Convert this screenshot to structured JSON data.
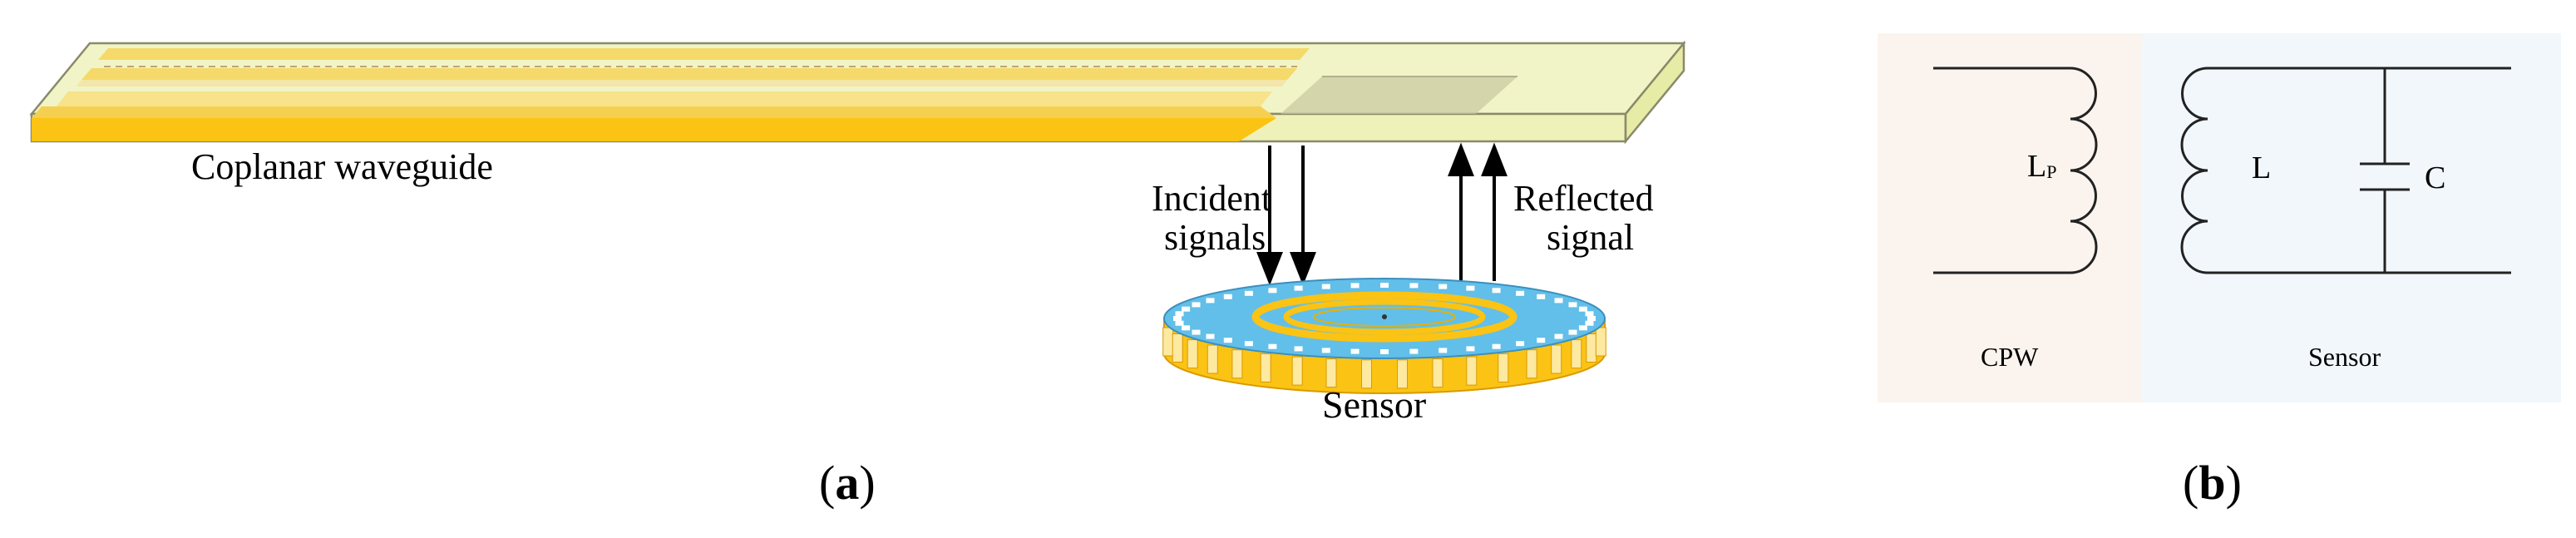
{
  "panel_a": {
    "waveguide_label": "Coplanar waveguide",
    "incident_line1": "Incident",
    "incident_line2": "signals",
    "reflected_line1": "Reflected",
    "reflected_line2": "signal",
    "sensor_label": "Sensor",
    "caption_open": "(",
    "caption_letter": "a",
    "caption_close": ")"
  },
  "panel_b": {
    "lp_label_main": "L",
    "lp_label_sub": "P",
    "l_label": "L",
    "c_label": "C",
    "cpw_label": "CPW",
    "sensor_label": "Sensor",
    "caption_open": "(",
    "caption_letter": "b",
    "caption_close": ")"
  },
  "colors": {
    "substrate_fill": "#f1f4c6",
    "substrate_side": "#e6eba6",
    "substrate_stroke": "#8a8a6a",
    "metal_gold": "#fbc313",
    "metal_gold_light": "#f5d96a",
    "sensor_blue": "#62bfe9",
    "overlap_gray": "#c8c8a0",
    "cpw_region_bg": "#fbf4ee",
    "sensor_region_bg": "#f1f7fb",
    "circuit_line": "#222222",
    "text": "#000000"
  }
}
